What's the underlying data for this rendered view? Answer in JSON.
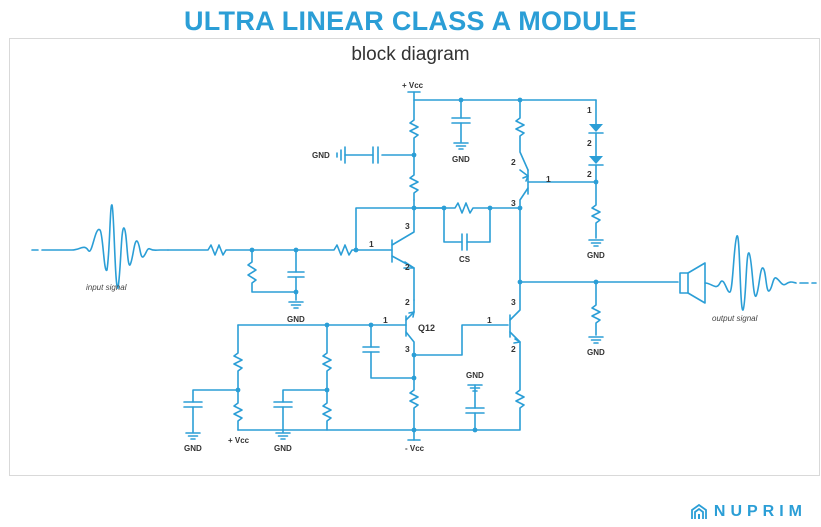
{
  "title": "ULTRA LINEAR CLASS A MODULE",
  "subtitle": "block diagram",
  "labels": {
    "vcc_top": "+ Vcc",
    "vcc_bottom": "+ Vcc",
    "vee_bottom": "- Vcc",
    "gnd": "GND",
    "cs": "CS",
    "q12": "Q12",
    "input_signal": "input signal",
    "output_signal": "output signal"
  },
  "pins": {
    "one": "1",
    "two": "2",
    "three": "3"
  },
  "brand": "NUPRIM",
  "colors": {
    "accent": "#2b9ed6"
  }
}
